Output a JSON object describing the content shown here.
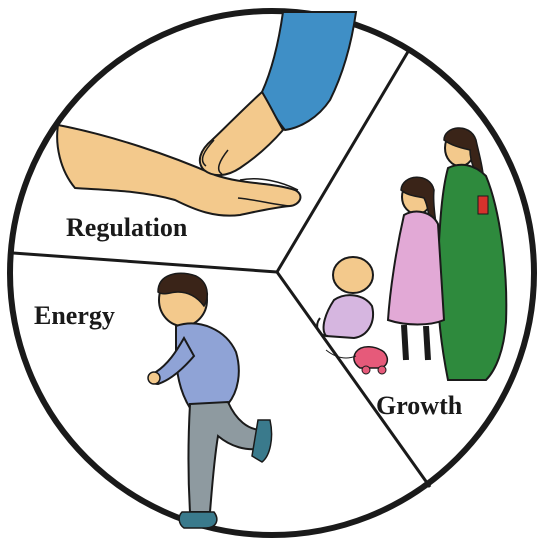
{
  "diagram": {
    "segments": [
      {
        "id": "regulation",
        "label": "Regulation",
        "illustration": "hand-checking-pulse"
      },
      {
        "id": "energy",
        "label": "Energy",
        "illustration": "boy-running"
      },
      {
        "id": "growth",
        "label": "Growth",
        "illustration": "family-growth"
      }
    ],
    "colors": {
      "outline": "#1a1a1a",
      "skin": "#f3c98c",
      "sleeve": "#3f8fc6",
      "shirt": "#8fa3d6",
      "trousers": "#8e9aa0",
      "hair": "#3a2418",
      "saree": "#2e8a3d",
      "girl_dress": "#e2a9d6",
      "baby_dress": "#d6b6e0",
      "toy": "#e65a7a"
    }
  }
}
